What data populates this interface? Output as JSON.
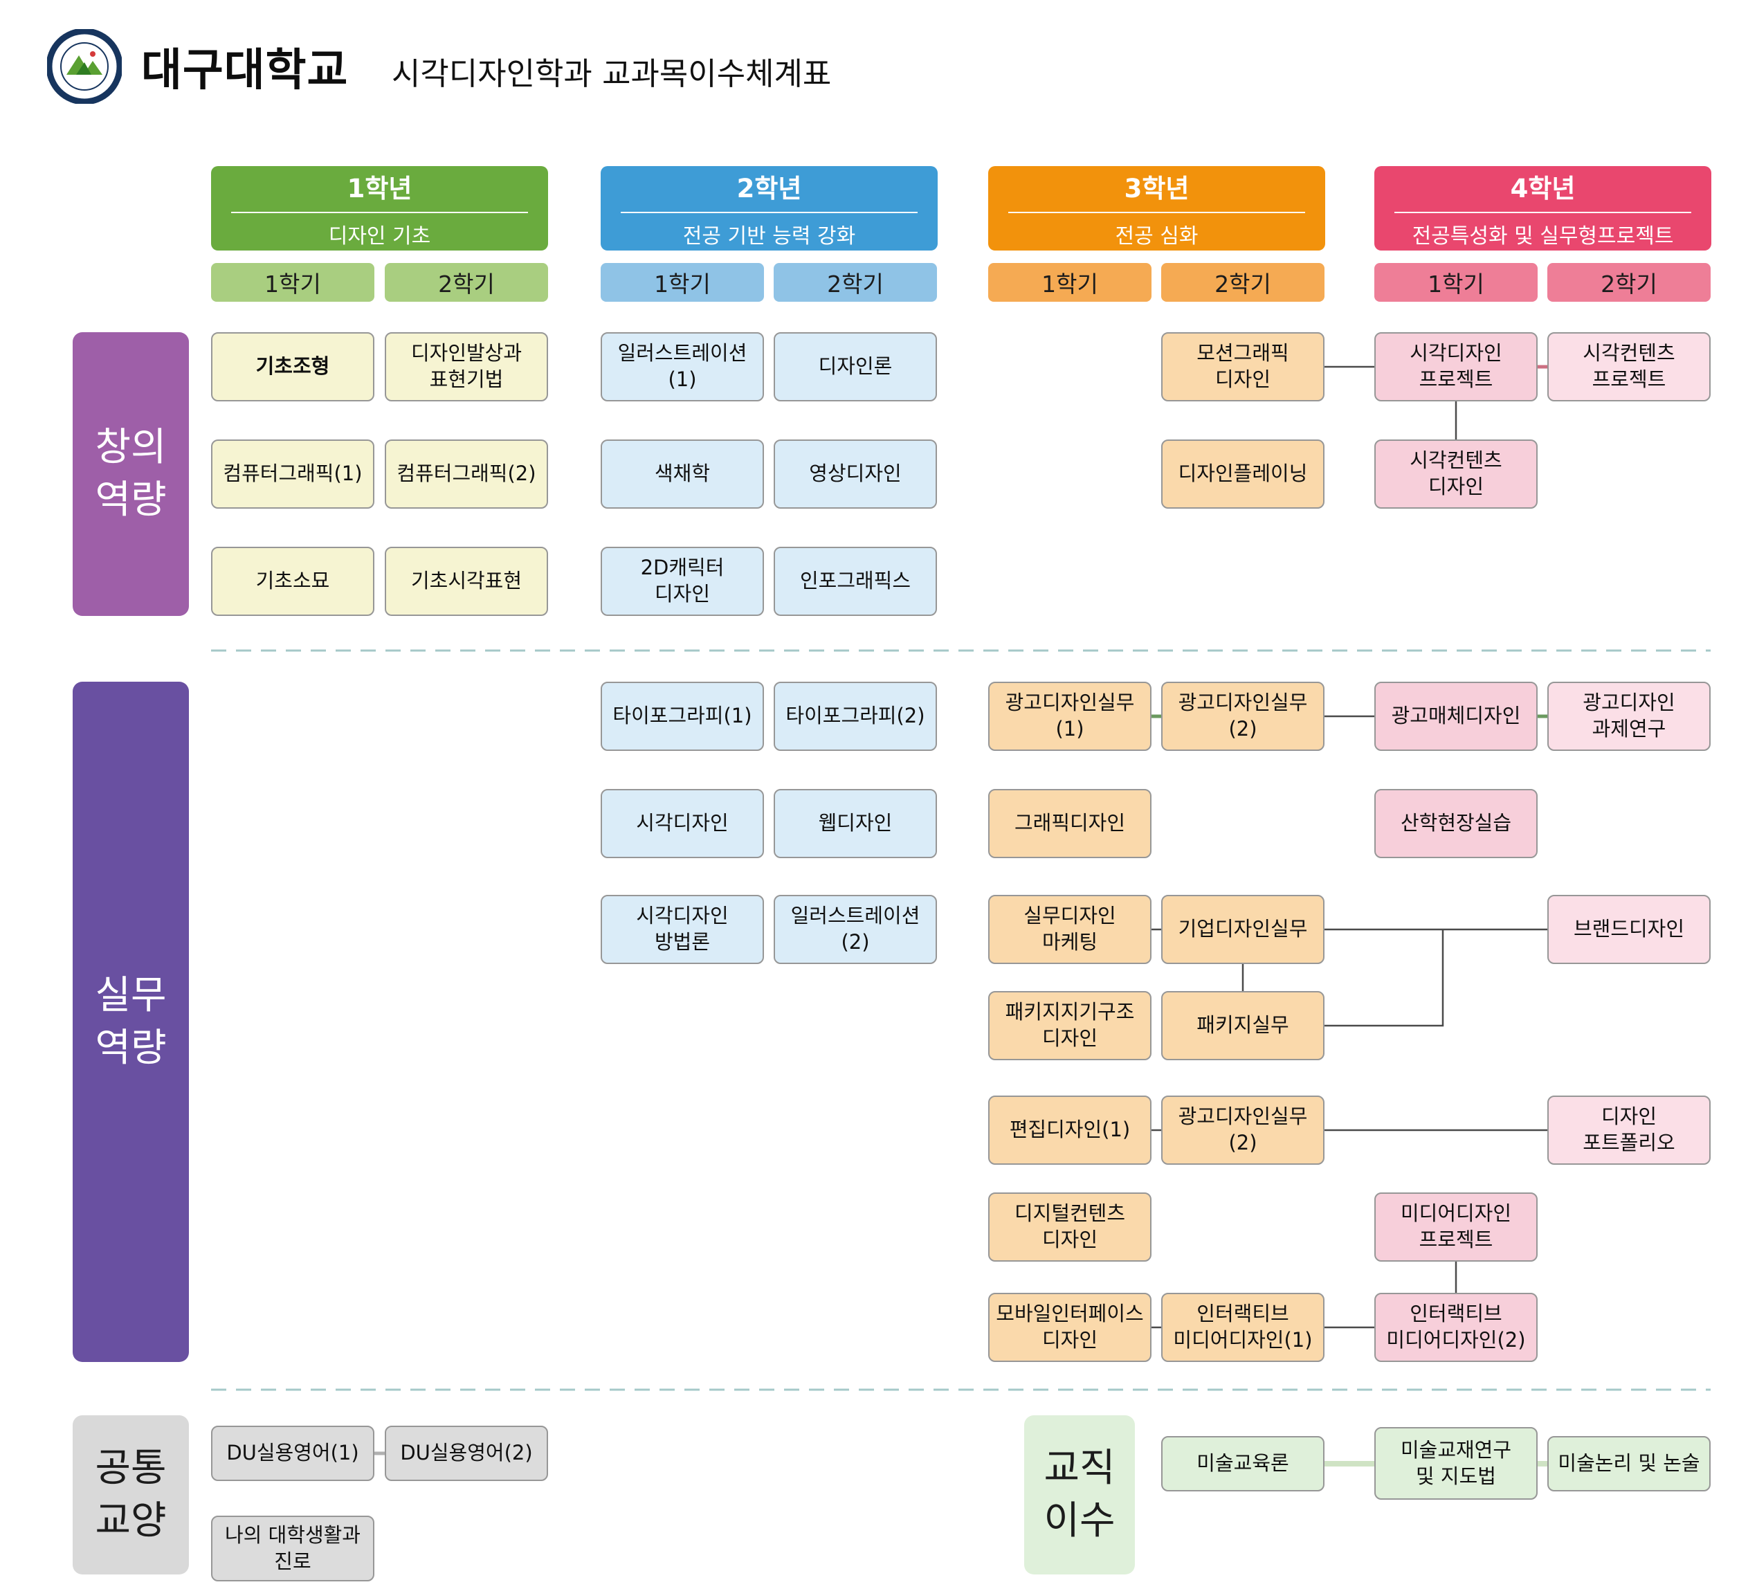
{
  "title": {
    "university": "대구대학교",
    "subtitle": "시각디자인학과 교과목이수체계표"
  },
  "years": [
    {
      "label": "1학년",
      "theme": "디자인 기초",
      "sem1": "1학기",
      "sem2": "2학기"
    },
    {
      "label": "2학년",
      "theme": "전공 기반 능력 강화",
      "sem1": "1학기",
      "sem2": "2학기"
    },
    {
      "label": "3학년",
      "theme": "전공 심화",
      "sem1": "1학기",
      "sem2": "2학기"
    },
    {
      "label": "4학년",
      "theme": "전공특성화 및 실무형프로젝트",
      "sem1": "1학기",
      "sem2": "2학기"
    }
  ],
  "side_labels": {
    "creative": "창의\n역량",
    "practical": "실무\n역량",
    "common": "공통\n교양",
    "teaching": "교직\n이수"
  },
  "colors": {
    "year1": "#6aab3e",
    "year1_sem": "#a9ce80",
    "year1_box": "#f6f4d2",
    "year2": "#3e9cd6",
    "year2_sem": "#8fc3e6",
    "year2_box": "#daecf8",
    "year3": "#f2920c",
    "year3_sem": "#f5aa53",
    "year3_box": "#fad9ab",
    "year4": "#e9476e",
    "year4_sem": "#ee7e97",
    "year4_box_sem1": "#f7cfda",
    "year4_box_sem2": "#fbdfe7",
    "creative_label": "#9e5fa8",
    "practical_label": "#6950a1",
    "common_label": "#d9d9d9",
    "teaching_label": "#dff0da"
  },
  "courses": [
    "기초조형",
    "디자인발상과\n표현기법",
    "컴퓨터그래픽(1)",
    "컴퓨터그래픽(2)",
    "기초소묘",
    "기초시각표현",
    "일러스트레이션(1)",
    "디자인론",
    "색채학",
    "영상디자인",
    "2D캐릭터\n디자인",
    "인포그래픽스",
    "모션그래픽\n디자인",
    "디자인플레이닝",
    "시각디자인\n프로젝트",
    "시각컨텐츠\n디자인",
    "시각컨텐츠\n프로젝트",
    "타이포그라피(1)",
    "타이포그라피(2)",
    "시각디자인",
    "웹디자인",
    "시각디자인\n방법론",
    "일러스트레이션(2)",
    "광고디자인실무(1)",
    "광고디자인실무(2)",
    "그래픽디자인",
    "실무디자인\n마케팅",
    "기업디자인실무",
    "패키지지기구조\n디자인",
    "패키지실무",
    "편집디자인(1)",
    "광고디자인실무(2)",
    "디지털컨텐츠\n디자인",
    "모바일인터페이스\n디자인",
    "인터랙티브\n미디어디자인(1)",
    "광고매체디자인",
    "산학현장실습",
    "미디어디자인\n프로젝트",
    "인터랙티브\n미디어디자인(2)",
    "광고디자인\n과제연구",
    "브랜드디자인",
    "디자인\n포트폴리오",
    "DU실용영어(1)",
    "DU실용영어(2)",
    "나의 대학생활과\n진로",
    "미술교육론",
    "미술교재연구\n및 지도법",
    "미술논리 및 논술"
  ],
  "connections": [
    [
      "모션그래픽 디자인",
      "시각디자인 프로젝트"
    ],
    [
      "시각디자인 프로젝트",
      "시각컨텐츠 프로젝트"
    ],
    [
      "시각디자인 프로젝트",
      "시각컨텐츠 디자인"
    ],
    [
      "광고디자인실무(1)",
      "광고디자인실무(2)"
    ],
    [
      "광고디자인실무(2)",
      "광고매체디자인"
    ],
    [
      "광고매체디자인",
      "광고디자인 과제연구"
    ],
    [
      "실무디자인 마케팅",
      "기업디자인실무"
    ],
    [
      "기업디자인실무",
      "브랜드디자인"
    ],
    [
      "기업디자인실무",
      "패키지실무"
    ],
    [
      "패키지실무",
      "브랜드디자인"
    ],
    [
      "편집디자인(1)",
      "광고디자인실무(2)"
    ],
    [
      "광고디자인실무(2)",
      "디자인 포트폴리오"
    ],
    [
      "모바일인터페이스 디자인",
      "인터랙티브 미디어디자인(1)"
    ],
    [
      "인터랙티브 미디어디자인(1)",
      "인터랙티브 미디어디자인(2)"
    ],
    [
      "미디어디자인 프로젝트",
      "인터랙티브 미디어디자인(2)"
    ],
    [
      "DU실용영어(1)",
      "DU실용영어(2)"
    ],
    [
      "미술교육론",
      "미술교재연구 및 지도법"
    ],
    [
      "미술교재연구 및 지도법",
      "미술논리 및 논술"
    ]
  ]
}
